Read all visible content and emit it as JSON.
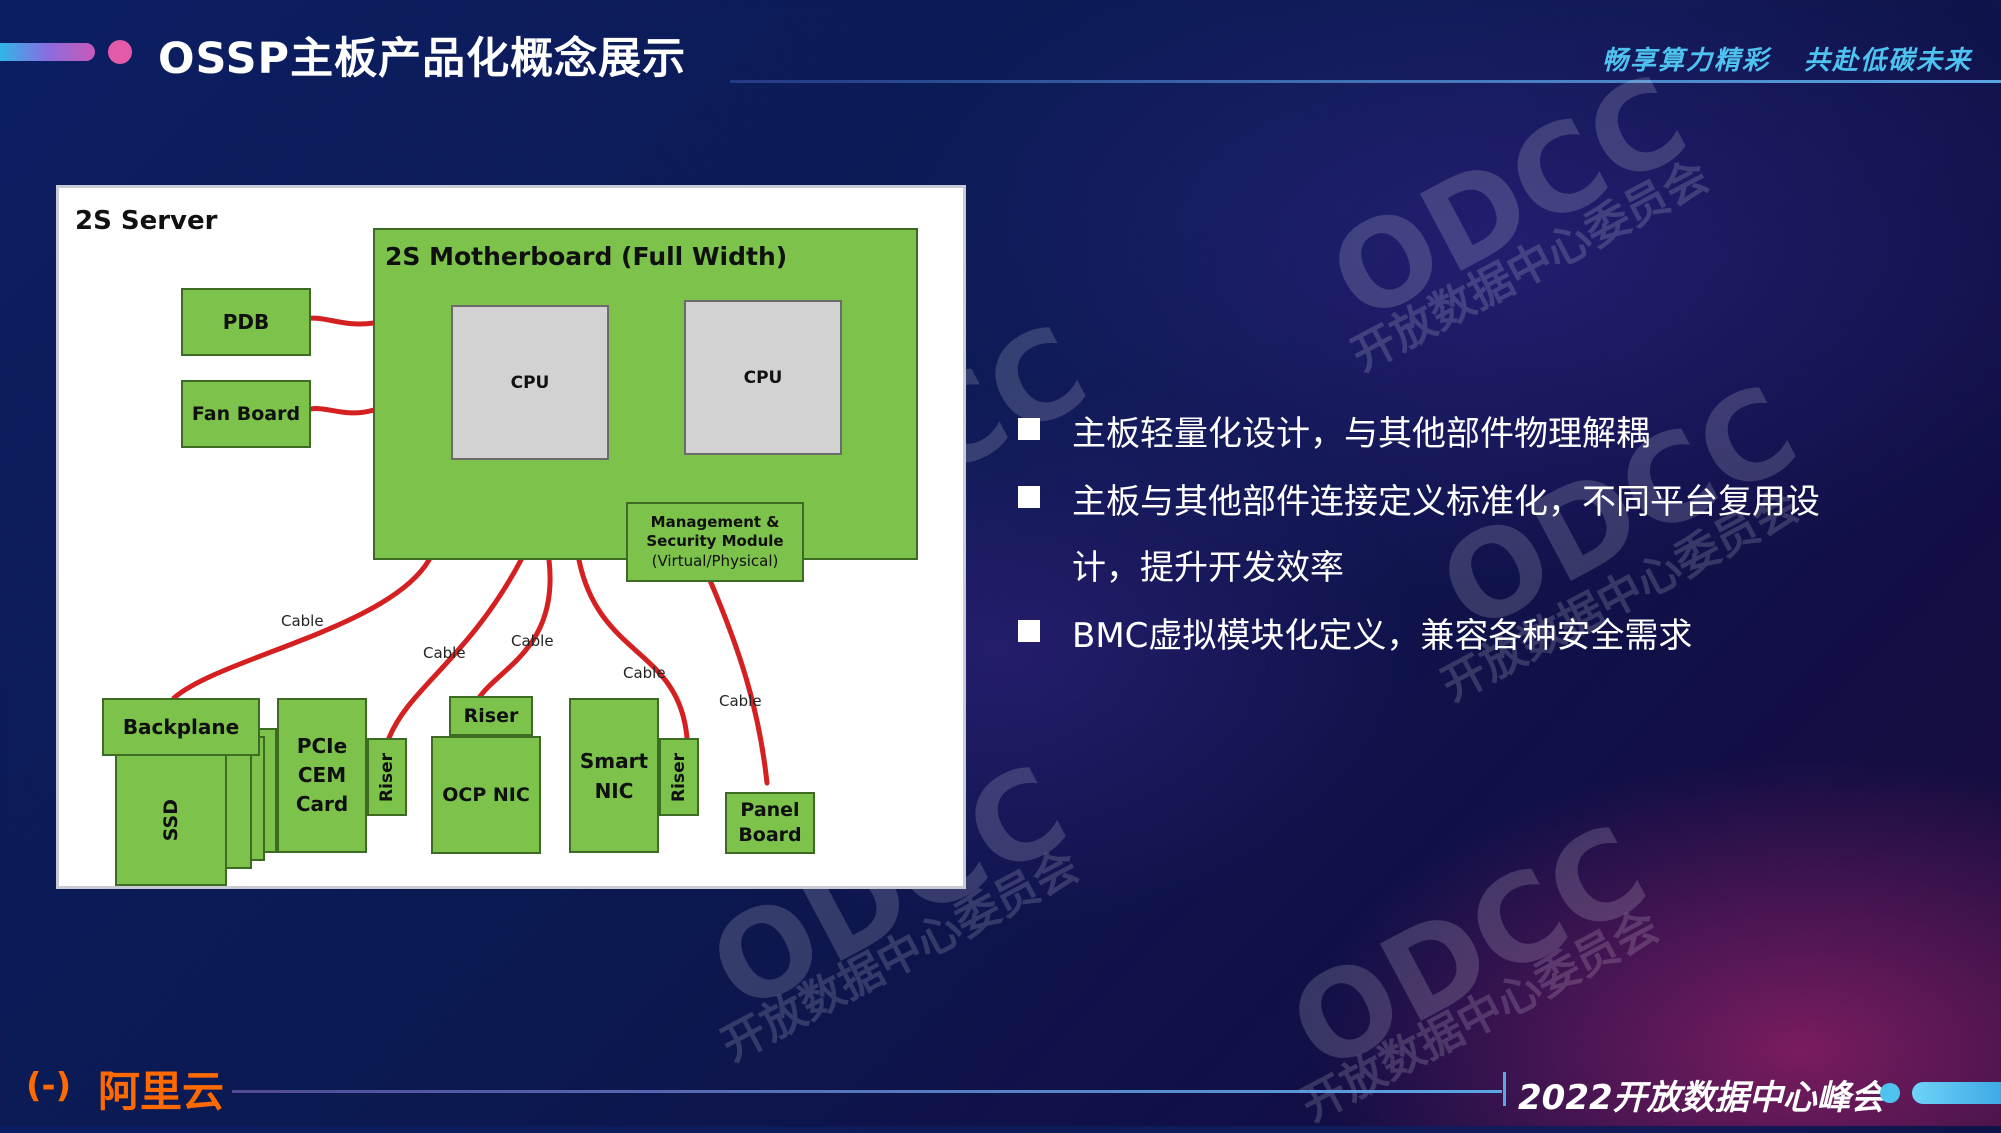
{
  "header": {
    "title": "OSSP主板产品化概念展示",
    "slogan_left": "畅享算力精彩",
    "slogan_right": "共赴低碳未来"
  },
  "diagram": {
    "server_label": "2S Server",
    "motherboard_label": "2S Motherboard (Full Width)",
    "cpu1": "CPU",
    "cpu2": "CPU",
    "pdb": "PDB",
    "fan_board": "Fan Board",
    "mgmt_line1": "Management &",
    "mgmt_line2": "Security Module",
    "mgmt_line3": "(Virtual/Physical)",
    "backplane": "Backplane",
    "ssd": "SSD",
    "pcie_line1": "PCIe",
    "pcie_line2": "CEM",
    "pcie_line3": "Card",
    "riser_a": "Riser",
    "riser_b": "Riser",
    "riser_c": "Riser",
    "ocp_nic": "OCP NIC",
    "smart_line1": "Smart",
    "smart_line2": "NIC",
    "panel_line1": "Panel",
    "panel_line2": "Board",
    "cable_labels": [
      "Cable",
      "Cable",
      "Cable",
      "Cable",
      "Cable"
    ],
    "cable_color": "#d42020"
  },
  "bullets": {
    "b1": "主板轻量化设计，与其他部件物理解耦",
    "b2_line1": "主板与其他部件连接定义标准化，不同平台复用设",
    "b2_line2": "计，提升开发效率",
    "b3": "BMC虚拟模块化定义，兼容各种安全需求"
  },
  "watermark": {
    "brand": "ODCC",
    "org": "开放数据中心委员会"
  },
  "footer": {
    "logo_icon": "(-)",
    "logo_text": "阿里云",
    "event": "2022开放数据中心峰会"
  },
  "colors": {
    "accent": "#4fc3f0",
    "logo": "#ff6a00",
    "board_green": "#7cc24b"
  }
}
